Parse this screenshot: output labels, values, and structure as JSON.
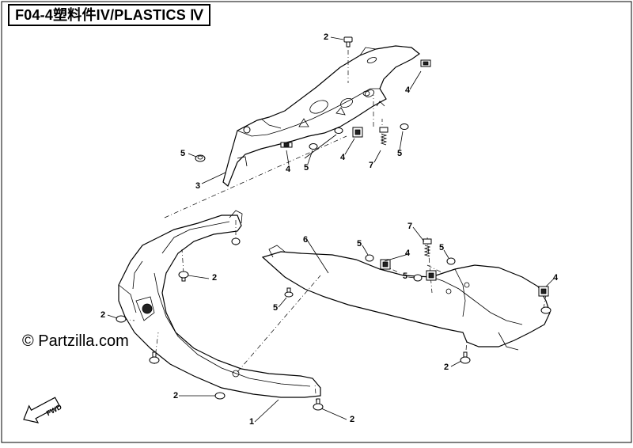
{
  "title": "F04-4塑料件IV/PLASTICS Ⅳ",
  "watermark": "© Partzilla.com",
  "fwd_label": "FWD",
  "callouts": {
    "c2_top": "2",
    "c4_topright": "4",
    "c5_upper_left": "5",
    "c3": "3",
    "c4_upper_mid": "4",
    "c5_upper_mid": "5",
    "c4_upper_mid2": "4",
    "c7_upper": "7",
    "c5_upper_right": "5",
    "c6": "6",
    "c5_mid_a": "5",
    "c4_mid": "4",
    "c7_mid": "7",
    "c5_mid_b": "5",
    "c5_mid_c": "5",
    "c4_right": "4",
    "c2_mid_left": "2",
    "c5_lower_left": "5",
    "c2_left": "2",
    "c2_lower_right": "2",
    "c2_bottom_left": "2",
    "c1": "1",
    "c2_bottom": "2"
  }
}
